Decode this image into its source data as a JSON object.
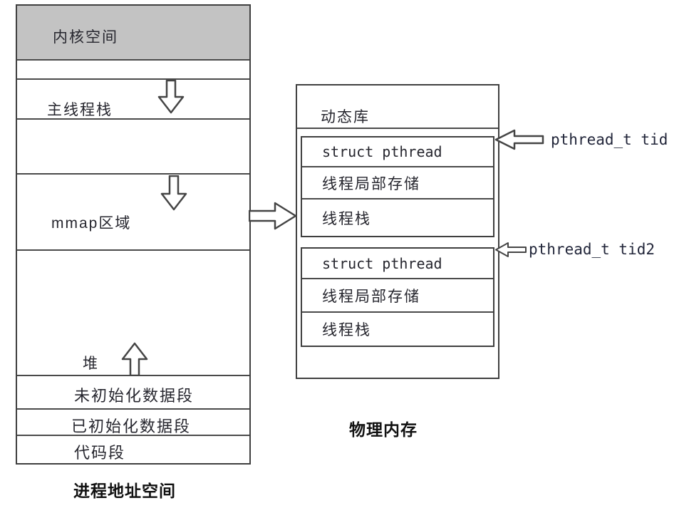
{
  "diagram": {
    "process_box": {
      "kernel_label": "内核空间",
      "main_thread_stack_label": "主线程栈",
      "mmap_label": "mmap区域",
      "heap_label": "堆",
      "bss_label": "未初始化数据段",
      "data_label": "已初始化数据段",
      "code_label": "代码段",
      "caption": "进程地址空间"
    },
    "memory_box": {
      "dynamic_lib_label": "动态库",
      "caption": "物理内存",
      "thread_blocks": [
        {
          "struct_label": "struct pthread",
          "tls_label": "线程局部存储",
          "stack_label": "线程栈",
          "pointer_label": "pthread_t tid"
        },
        {
          "struct_label": "struct pthread",
          "tls_label": "线程局部存储",
          "stack_label": "线程栈",
          "pointer_label": "pthread_t tid2"
        }
      ]
    },
    "colors": {
      "kernel_fill": "#c3c3c3",
      "line": "#444444",
      "text": "#26262e",
      "background": "#ffffff"
    }
  }
}
